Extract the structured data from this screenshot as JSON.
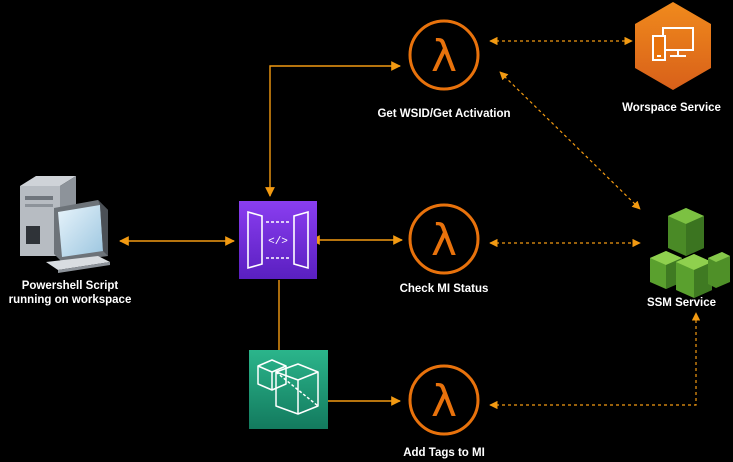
{
  "nodes": {
    "workstation": {
      "label_line1": "Powershell Script",
      "label_line2": "running on workspace"
    },
    "api_gateway": {
      "label": ""
    },
    "step_functions": {
      "label": ""
    },
    "lambda_get_wsid": {
      "label": "Get WSID/Get Activation"
    },
    "lambda_check_mi": {
      "label": "Check MI Status"
    },
    "lambda_add_tags": {
      "label": "Add Tags to MI"
    },
    "workspace_service": {
      "label": "Worspace Service"
    },
    "ssm_service": {
      "label": "SSM Service"
    }
  },
  "colors": {
    "background": "#000000",
    "arrow": "#f29a12",
    "lambda_ring": "#e8720c",
    "api_gateway": "#7a2fd6",
    "step_functions": "#1e9e7a",
    "workspace_service": "#e8720c",
    "ssm": "#5a9a2e",
    "label_text": "#ffffff"
  },
  "icons": {
    "workstation": "desktop-computer-icon",
    "api_gateway": "api-gateway-icon",
    "step_functions": "step-functions-icon",
    "lambda": "lambda-icon",
    "workspace_service": "workspaces-icon",
    "ssm_service": "ssm-cubes-icon"
  }
}
